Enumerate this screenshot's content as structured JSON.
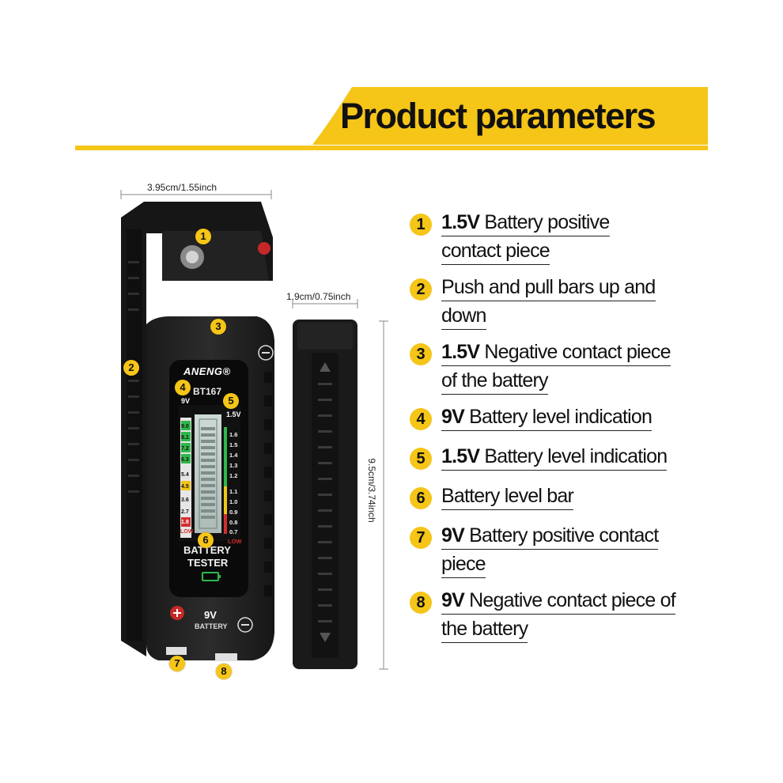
{
  "banner": {
    "title": "Product parameters",
    "accent_color": "#f5c518"
  },
  "dimensions": {
    "width": "3.95cm/1.55inch",
    "side_width": "1.9cm/0.75inch",
    "height": "9.5cm/3.74inch"
  },
  "device": {
    "brand": "ANENG®",
    "model": "BT167",
    "lcd_9v": "9V",
    "lcd_15v": "1.5V",
    "label_line1": "BATTERY",
    "label_line2": "TESTER",
    "bottom_voltage": "9V",
    "bottom_label": "BATTERY",
    "scale_9v": [
      "9.0",
      "8.1",
      "7.2",
      "6.3",
      "5.4",
      "4.5",
      "3.6",
      "2.7",
      "1.8",
      "LOW"
    ],
    "scale_15v": [
      "1.6",
      "1.5",
      "1.4",
      "1.3",
      "1.2",
      "1.1",
      "1.0",
      "0.9",
      "0.8",
      "0.7",
      "LOW"
    ],
    "callouts": [
      "1",
      "2",
      "3",
      "4",
      "5",
      "6",
      "7",
      "8"
    ]
  },
  "features": [
    {
      "num": "1",
      "line1_bold": "1.5V",
      "line1": " Battery positive",
      "line2": "contact piece"
    },
    {
      "num": "2",
      "line1_bold": "",
      "line1": "Push and pull bars up and",
      "line2": "down"
    },
    {
      "num": "3",
      "line1_bold": "1.5V",
      "line1": " Negative contact piece",
      "line2": "of the battery"
    },
    {
      "num": "4",
      "line1_bold": "9V",
      "line1": " Battery level indication",
      "line2": ""
    },
    {
      "num": "5",
      "line1_bold": "1.5V",
      "line1": " Battery level indication",
      "line2": ""
    },
    {
      "num": "6",
      "line1_bold": "",
      "line1": "Battery level bar",
      "line2": ""
    },
    {
      "num": "7",
      "line1_bold": "9V",
      "line1": " Battery positive contact",
      "line2": "piece"
    },
    {
      "num": "8",
      "line1_bold": "9V",
      "line1": " Negative contact piece of",
      "line2": "the battery"
    }
  ]
}
